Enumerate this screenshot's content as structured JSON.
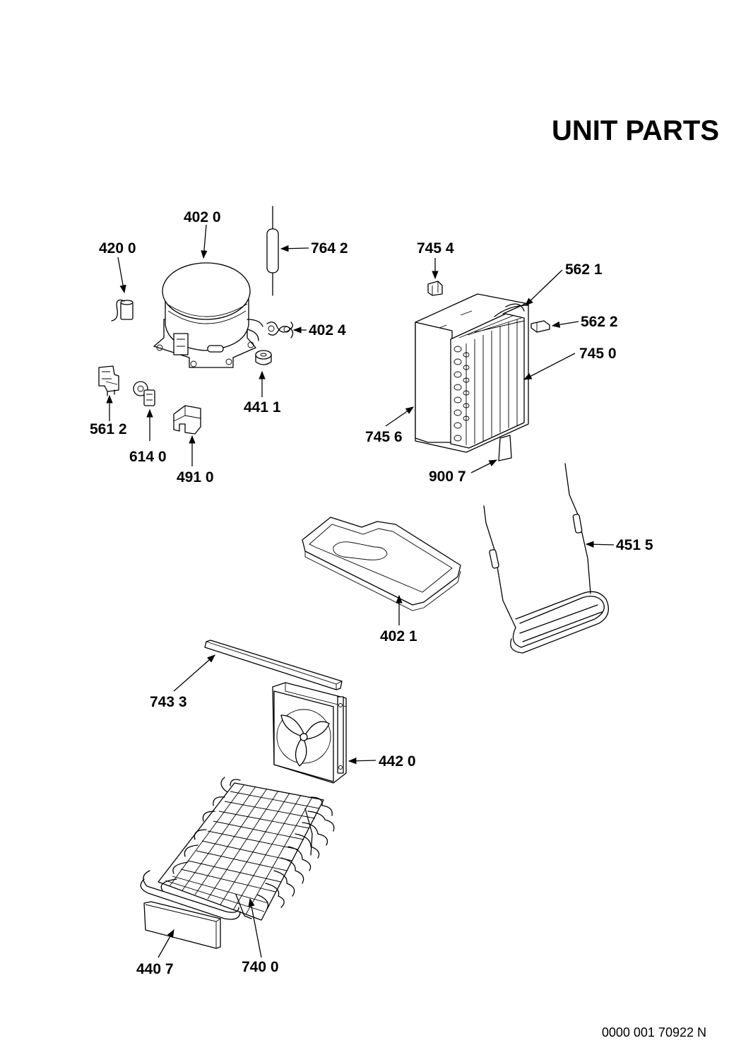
{
  "title": "UNIT PARTS",
  "document_number": "0000 001 70922 N",
  "parts": [
    {
      "id": "compressor",
      "label": "402 0"
    },
    {
      "id": "capacitor",
      "label": "420 0"
    },
    {
      "id": "drier-filter",
      "label": "764 2"
    },
    {
      "id": "clamp",
      "label": "402 4"
    },
    {
      "id": "grommet",
      "label": "441 1"
    },
    {
      "id": "relay",
      "label": "561 2"
    },
    {
      "id": "overload-protector",
      "label": "614 0"
    },
    {
      "id": "terminal-cover",
      "label": "491 0"
    },
    {
      "id": "evaporator-clip",
      "label": "745 4"
    },
    {
      "id": "sensor-lead",
      "label": "562 1"
    },
    {
      "id": "sensor-clip",
      "label": "562 2"
    },
    {
      "id": "evaporator",
      "label": "745 0"
    },
    {
      "id": "evaporator-cover",
      "label": "745 6"
    },
    {
      "id": "drain-heater-clip",
      "label": "900 7"
    },
    {
      "id": "drip-tray",
      "label": "402 1"
    },
    {
      "id": "defrost-heater",
      "label": "451 5"
    },
    {
      "id": "seal-strip",
      "label": "743 3"
    },
    {
      "id": "fan-assembly",
      "label": "442 0"
    },
    {
      "id": "insulation-pad",
      "label": "440 7"
    },
    {
      "id": "condenser",
      "label": "740 0"
    }
  ]
}
